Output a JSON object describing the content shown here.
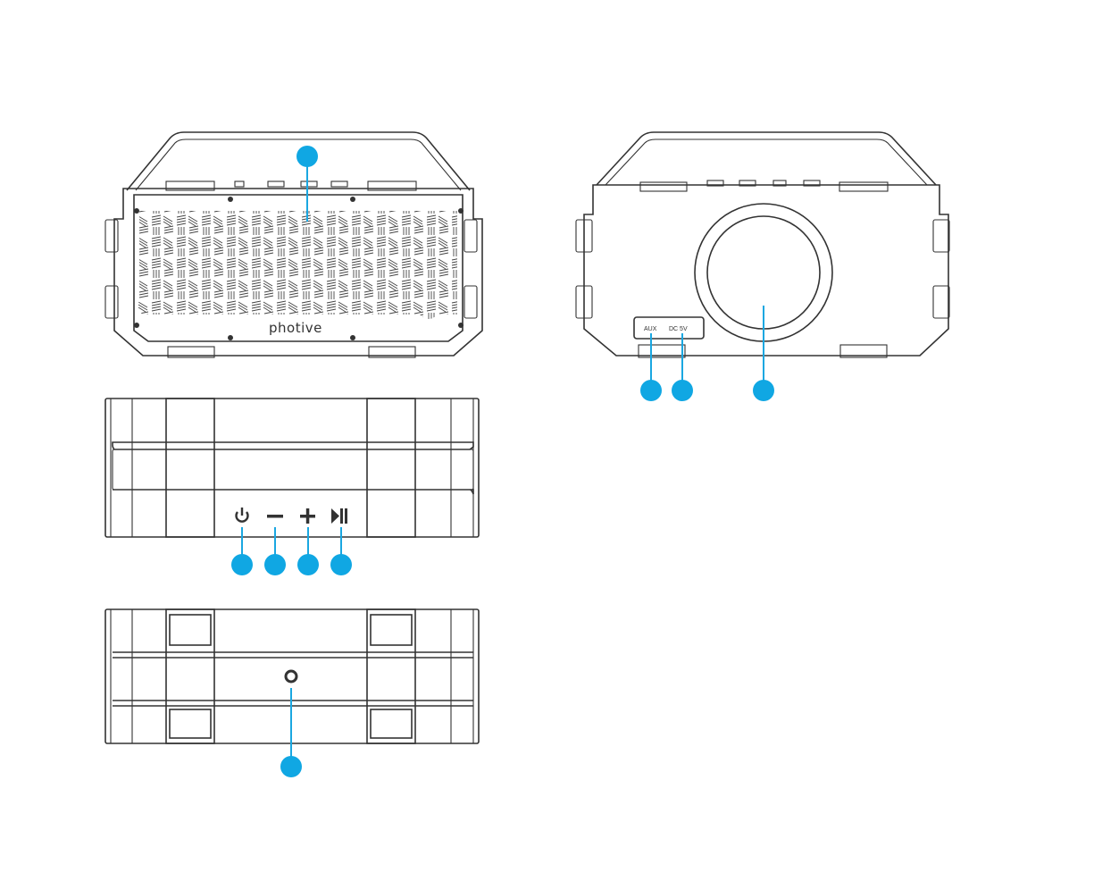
{
  "diagram": {
    "brand_logo": "photive",
    "port_labels": {
      "aux": "AUX",
      "dc": "DC 5V"
    },
    "colors": {
      "outline": "#333333",
      "callout": "#10a7e3"
    },
    "views": [
      "front-view",
      "top-view",
      "bottom-view",
      "back-view"
    ],
    "icons": [
      "power-icon",
      "volume-down-icon",
      "volume-up-icon",
      "play-pause-icon"
    ]
  }
}
